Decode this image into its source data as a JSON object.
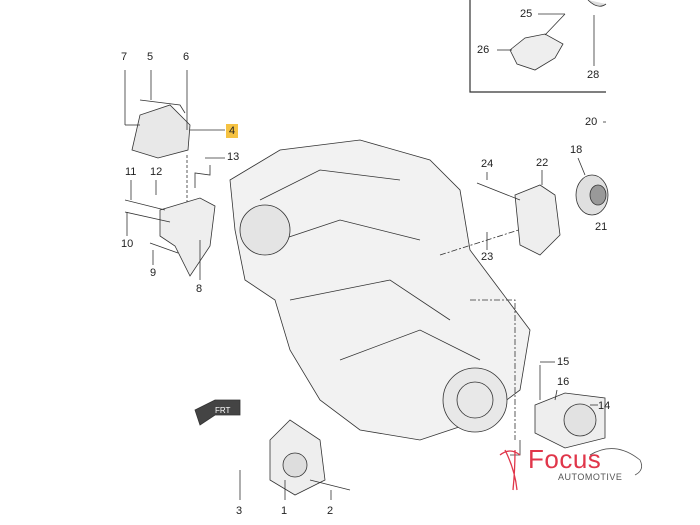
{
  "diagram": {
    "callouts": {
      "c1": "1",
      "c2": "2",
      "c3": "3",
      "c4": "4",
      "c5": "5",
      "c6": "6",
      "c7": "7",
      "c8": "8",
      "c9": "9",
      "c10": "10",
      "c11": "11",
      "c12": "12",
      "c13": "13",
      "c14": "14",
      "c15": "15",
      "c16": "16",
      "c18": "18",
      "c20": "20",
      "c21": "21",
      "c22": "22",
      "c23": "23",
      "c24": "24",
      "c25": "25",
      "c26": "26",
      "c28": "28"
    },
    "highlight_color": "#f5c242",
    "front_arrow_label": "FRT"
  },
  "logo": {
    "name": "Focus",
    "sub": "AUTOMOTIVE",
    "color": "#e0364a"
  }
}
